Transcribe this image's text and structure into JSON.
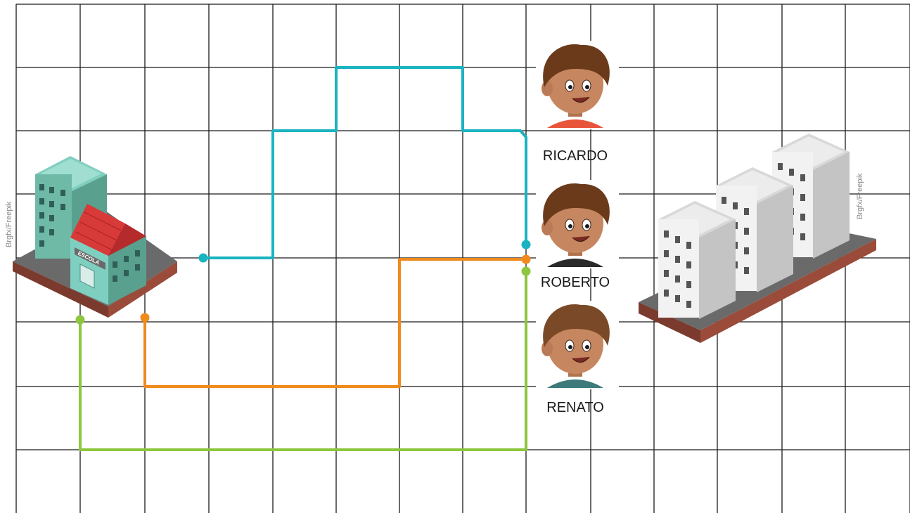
{
  "credits": {
    "left": "Brgfx/Freepik",
    "right": "Brgfx/Freepik"
  },
  "school": {
    "sign": "ESCOLA"
  },
  "children": [
    {
      "name": "RICARDO",
      "path_color": "#1ab3c0",
      "shirt": "#e8553a",
      "hair": "#6b3a1a"
    },
    {
      "name": "ROBERTO",
      "path_color": "#f08a1c",
      "shirt": "#2a2a2a",
      "hair": "#6b3a1a"
    },
    {
      "name": "RENATO",
      "path_color": "#8dc63f",
      "shirt": "#3d7a7a",
      "hair": "#7a4a28"
    }
  ],
  "grid": {
    "line_color": "#1a1a1a"
  }
}
